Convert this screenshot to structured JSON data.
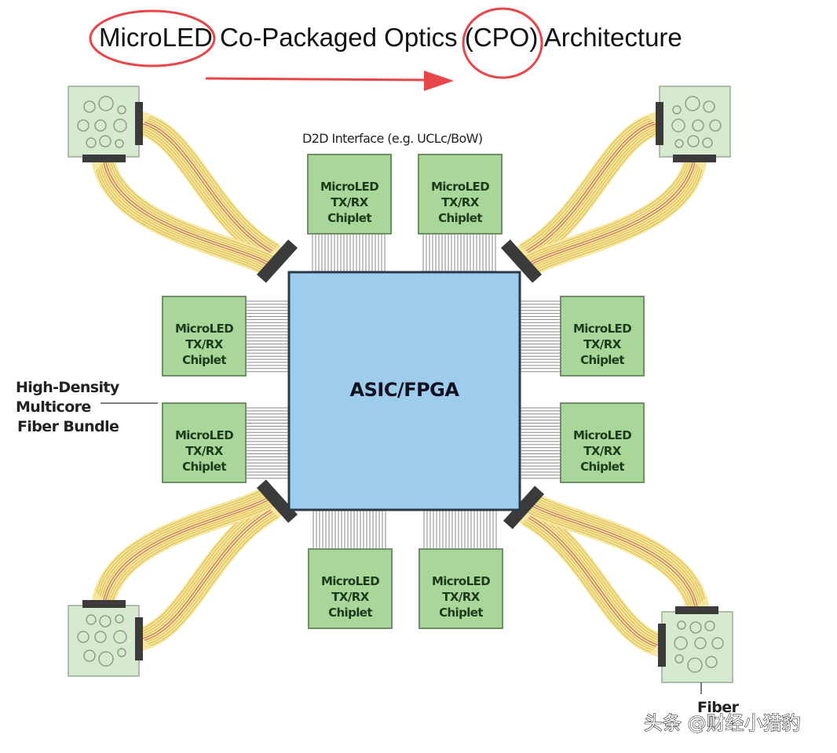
{
  "title": {
    "prefix": "MicroLED",
    "middle": " Co-Packaged Optics ",
    "highlight": "(CPO)",
    "suffix": " Architecture"
  },
  "annotation_color": "#e8454a",
  "asic": {
    "label": "ASIC/FPGA",
    "fill": "#9dcdeb"
  },
  "d2d_label": "D2D Interface (e.g. UCLc/BoW)",
  "chiplet": {
    "line1": "MicroLED",
    "line2": "TX/RX",
    "line3": "Chiplet",
    "fill": "#a9d79a"
  },
  "fiber_bundle_label": [
    "High-Density",
    "Multicore",
    "Fiber Bundle"
  ],
  "fiber_label": "Fiber",
  "watermark": "头条 @财经小猎豹"
}
